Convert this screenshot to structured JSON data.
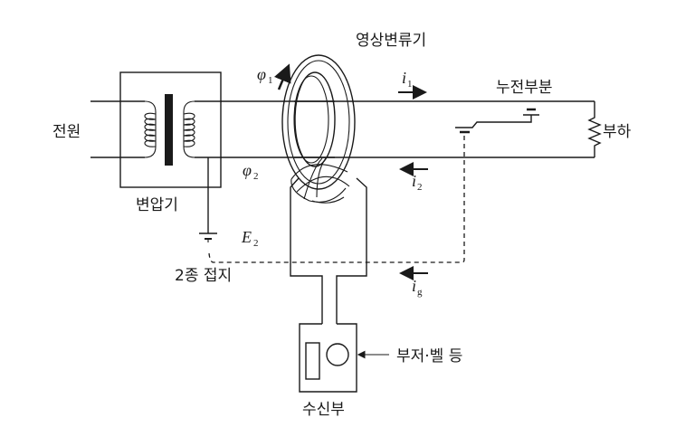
{
  "diagram": {
    "title": "영상변류기를 이용한 누전경보기 구성도",
    "labels": {
      "power_source": "전원",
      "transformer": "변압기",
      "zct": "영상변류기",
      "leakage_part": "누전부분",
      "load": "부하",
      "ground": "2종 접지",
      "receiver": "수신부",
      "alarm": "부저·벨 등"
    },
    "symbols": {
      "phi1": {
        "base": "φ",
        "sub": "1"
      },
      "phi2": {
        "base": "φ",
        "sub": "2"
      },
      "i1": {
        "base": "i",
        "sub": "1",
        "direction": "right"
      },
      "i2": {
        "base": "i",
        "sub": "2",
        "direction": "left"
      },
      "ig": {
        "base": "i",
        "sub": "g",
        "direction": "left"
      },
      "E2": {
        "base": "E",
        "sub": "2"
      }
    },
    "colors": {
      "line": "#1a1a1a",
      "background": "#ffffff"
    }
  }
}
